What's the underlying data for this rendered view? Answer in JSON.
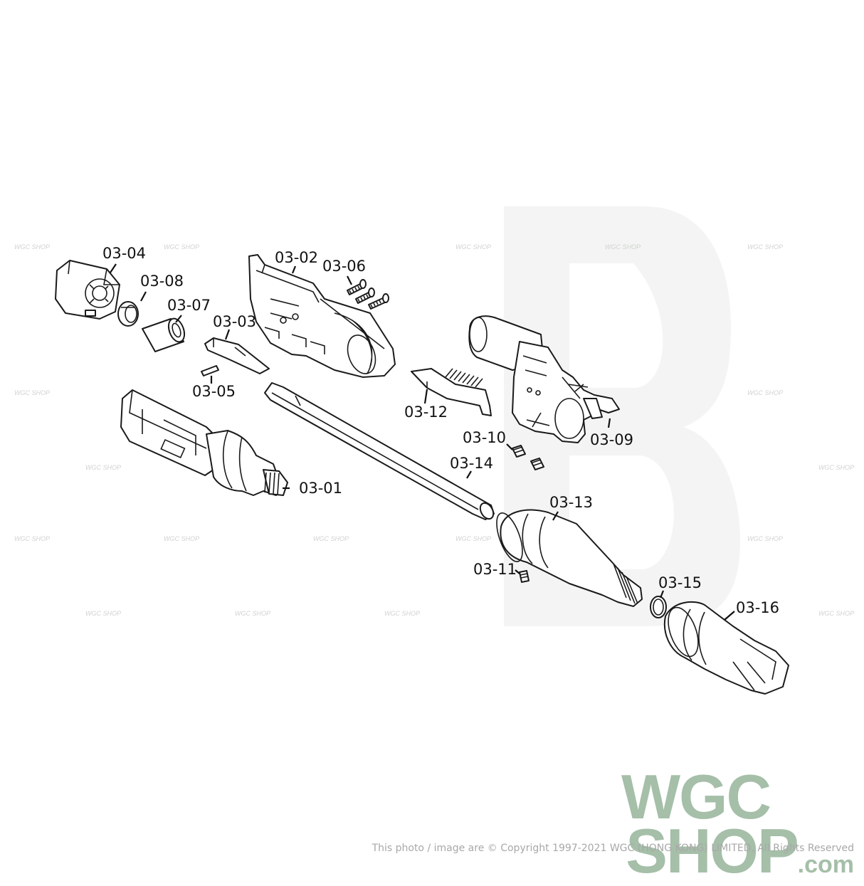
{
  "diagram": {
    "labels": {
      "p01": "03-01",
      "p02": "03-02",
      "p03": "03-03",
      "p04": "03-04",
      "p05": "03-05",
      "p06": "03-06",
      "p07": "03-07",
      "p08": "03-08",
      "p09": "03-09",
      "p10": "03-10",
      "p11": "03-11",
      "p12": "03-12",
      "p13": "03-13",
      "p14": "03-14",
      "p15": "03-15",
      "p16": "03-16"
    }
  },
  "watermark": {
    "logo_line1": "WGC",
    "logo_line2": "SHOP",
    "logo_suffix": ".com",
    "copyright": "This photo / image are © Copyright 1997-2021 WGC (HONG KONG) LIMITED, All Rights Reserved"
  }
}
